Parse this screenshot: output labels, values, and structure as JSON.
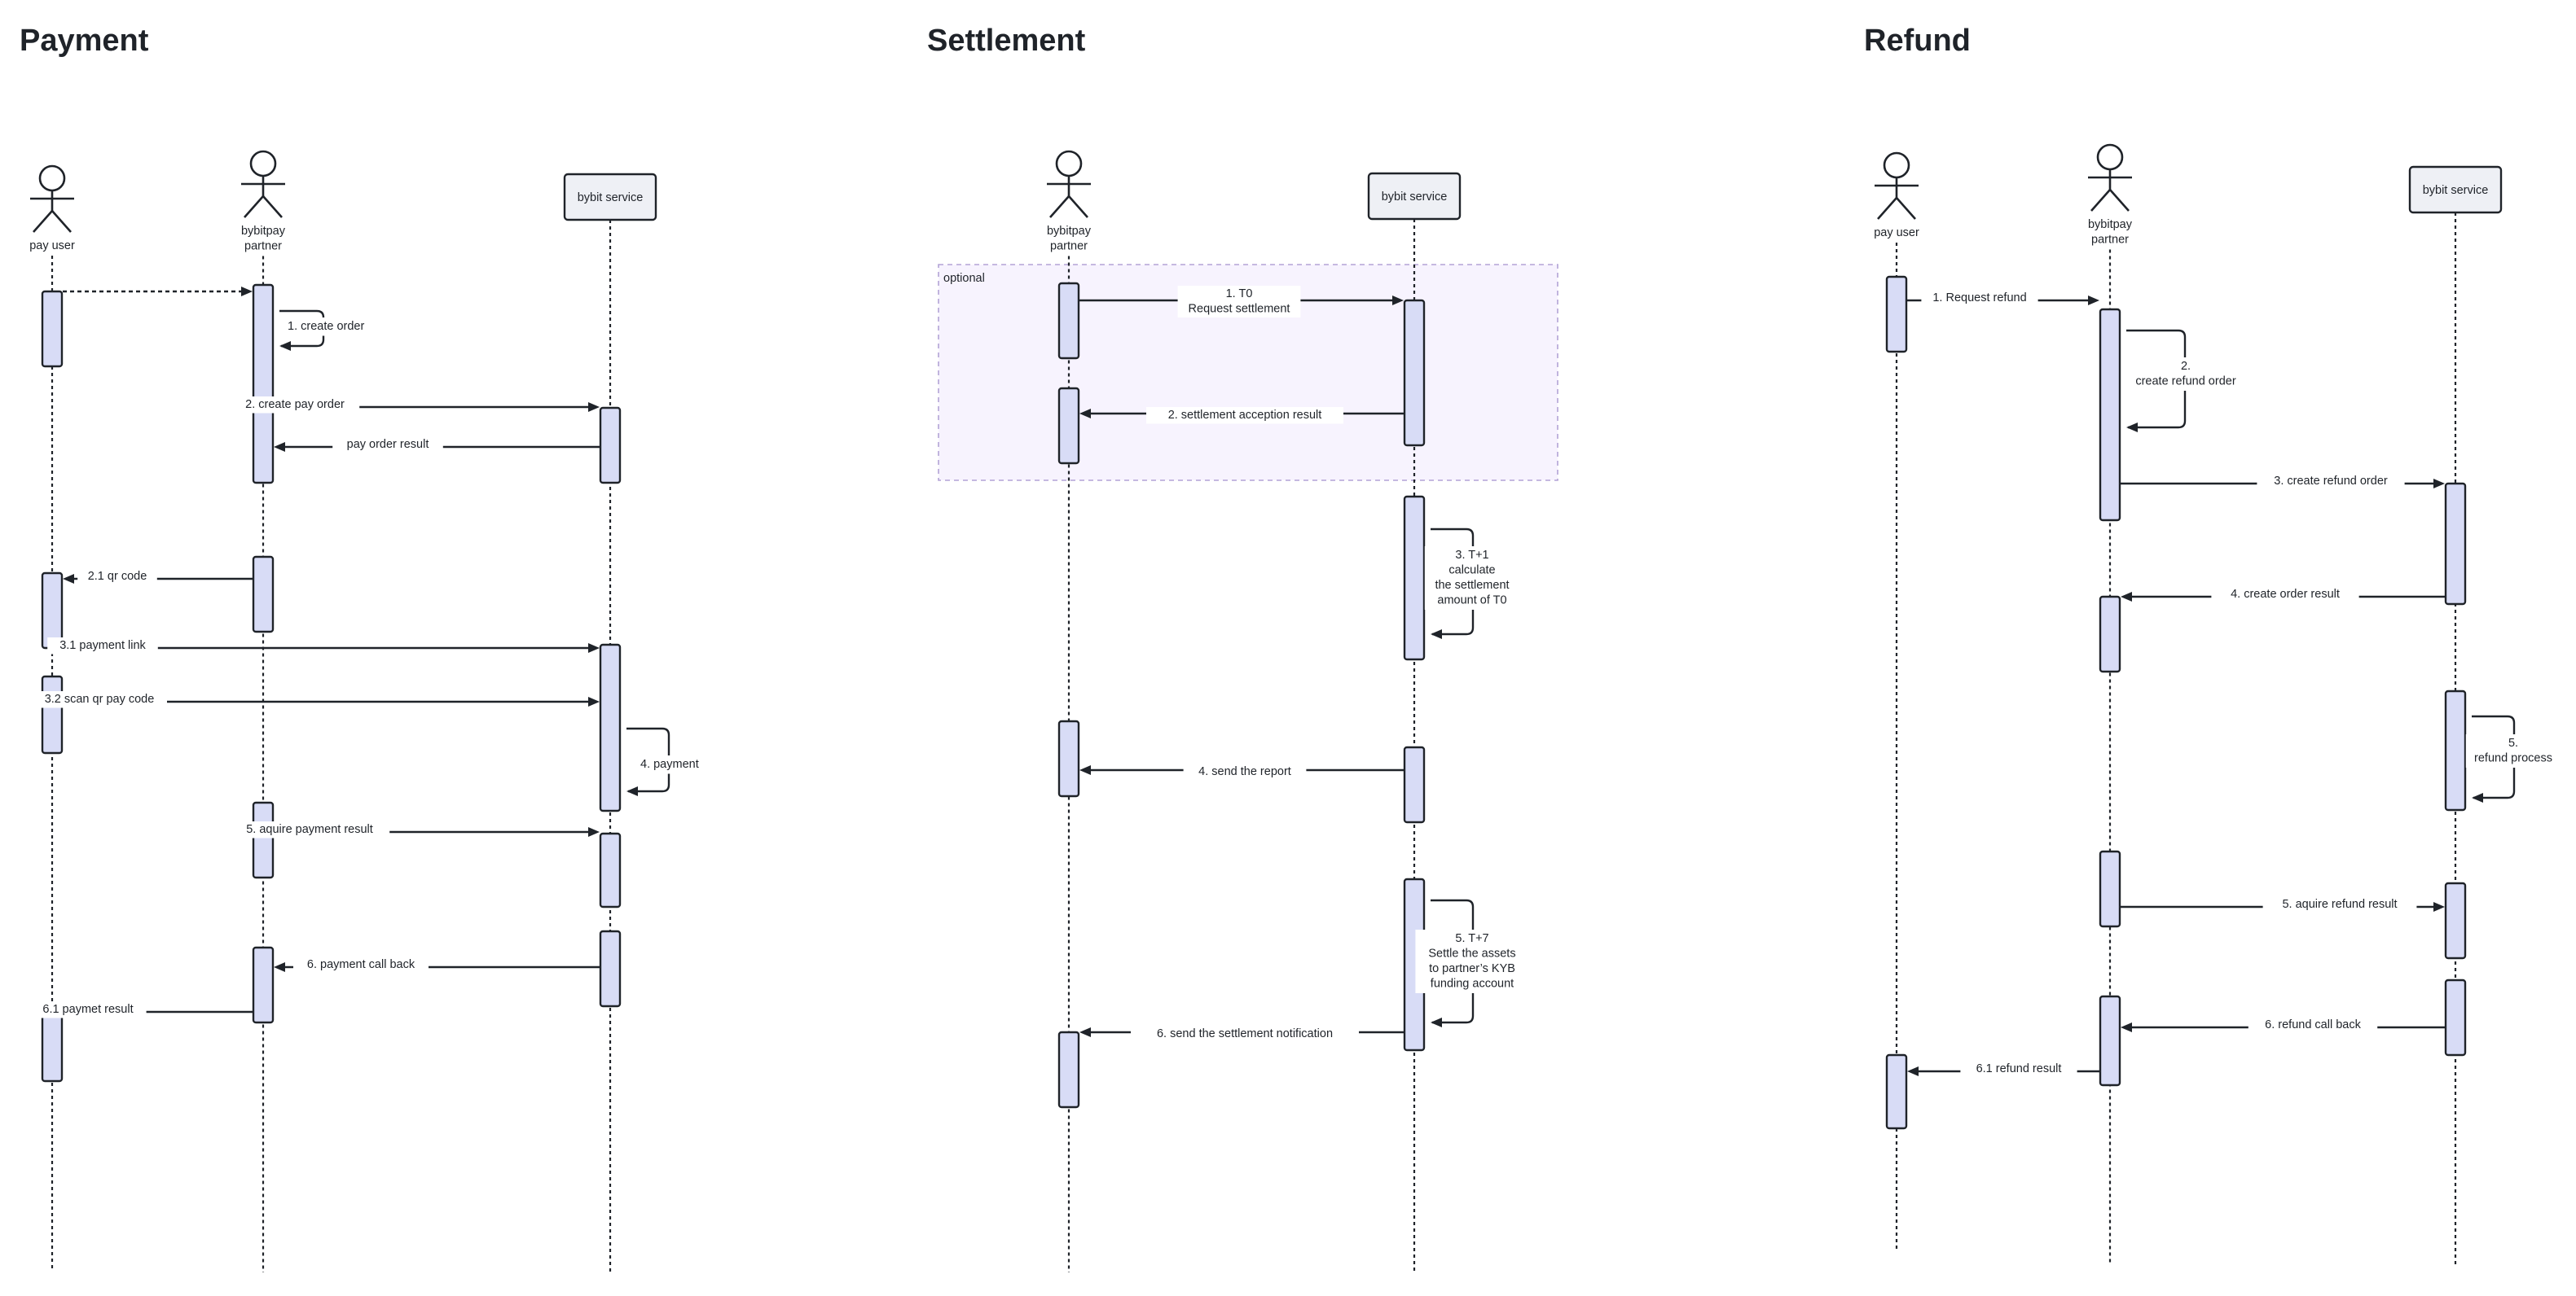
{
  "sections": {
    "payment": {
      "title": "Payment",
      "participants": [
        {
          "id": "p_user",
          "kind": "actor",
          "lines": [
            "pay user"
          ]
        },
        {
          "id": "p_partner",
          "kind": "actor",
          "lines": [
            "bybitpay",
            "partner"
          ]
        },
        {
          "id": "p_service",
          "kind": "box",
          "lines": [
            "bybit service"
          ]
        }
      ],
      "messages": [
        {
          "lines": [
            ""
          ],
          "from": "p_user",
          "to": "p_partner",
          "style": "dashed"
        },
        {
          "lines": [
            "1. create order"
          ],
          "from": "p_partner",
          "to": "p_partner",
          "style": "self"
        },
        {
          "lines": [
            "2. create pay order"
          ],
          "from": "p_partner",
          "to": "p_service",
          "style": "solid"
        },
        {
          "lines": [
            "pay order result"
          ],
          "from": "p_service",
          "to": "p_partner",
          "style": "solid"
        },
        {
          "lines": [
            "2.1 qr code"
          ],
          "from": "p_partner",
          "to": "p_user",
          "style": "solid"
        },
        {
          "lines": [
            "3.1 payment link"
          ],
          "from": "p_user",
          "to": "p_service",
          "style": "solid"
        },
        {
          "lines": [
            "3.2 scan qr pay code"
          ],
          "from": "p_user",
          "to": "p_service",
          "style": "solid"
        },
        {
          "lines": [
            "4. payment"
          ],
          "from": "p_service",
          "to": "p_service",
          "style": "self"
        },
        {
          "lines": [
            "5. aquire payment result"
          ],
          "from": "p_partner",
          "to": "p_service",
          "style": "solid"
        },
        {
          "lines": [
            "6. payment call back"
          ],
          "from": "p_service",
          "to": "p_partner",
          "style": "solid"
        },
        {
          "lines": [
            "6.1 paymet result"
          ],
          "from": "p_partner",
          "to": "p_user",
          "style": "solid"
        }
      ]
    },
    "settlement": {
      "title": "Settlement",
      "frame_label": "optional",
      "participants": [
        {
          "id": "s_partner",
          "kind": "actor",
          "lines": [
            "bybitpay",
            "partner"
          ]
        },
        {
          "id": "s_service",
          "kind": "box",
          "lines": [
            "bybit service"
          ]
        }
      ],
      "messages": [
        {
          "lines": [
            "1. T0",
            "Request settlement"
          ],
          "from": "s_partner",
          "to": "s_service",
          "style": "solid"
        },
        {
          "lines": [
            "2. settlement acception result"
          ],
          "from": "s_service",
          "to": "s_partner",
          "style": "solid"
        },
        {
          "lines": [
            "3. T+1",
            "calculate",
            "the settlement",
            "amount of T0"
          ],
          "from": "s_service",
          "to": "s_service",
          "style": "self"
        },
        {
          "lines": [
            "4. send the report"
          ],
          "from": "s_service",
          "to": "s_partner",
          "style": "solid"
        },
        {
          "lines": [
            "5. T+7",
            "Settle the assets",
            "to partner’s KYB",
            "funding account"
          ],
          "from": "s_service",
          "to": "s_service",
          "style": "self"
        },
        {
          "lines": [
            "6. send the settlement notification"
          ],
          "from": "s_service",
          "to": "s_partner",
          "style": "solid"
        }
      ]
    },
    "refund": {
      "title": "Refund",
      "participants": [
        {
          "id": "r_user",
          "kind": "actor",
          "lines": [
            "pay user"
          ]
        },
        {
          "id": "r_partner",
          "kind": "actor",
          "lines": [
            "bybitpay",
            "partner"
          ]
        },
        {
          "id": "r_service",
          "kind": "box",
          "lines": [
            "bybit service"
          ]
        }
      ],
      "messages": [
        {
          "lines": [
            "1. Request refund"
          ],
          "from": "r_user",
          "to": "r_partner",
          "style": "solid"
        },
        {
          "lines": [
            "2.",
            "create refund order"
          ],
          "from": "r_partner",
          "to": "r_partner",
          "style": "self"
        },
        {
          "lines": [
            "3. create refund order"
          ],
          "from": "r_partner",
          "to": "r_service",
          "style": "solid"
        },
        {
          "lines": [
            "4. create order result"
          ],
          "from": "r_service",
          "to": "r_partner",
          "style": "solid"
        },
        {
          "lines": [
            "5.",
            "refund process"
          ],
          "from": "r_service",
          "to": "r_service",
          "style": "self"
        },
        {
          "lines": [
            "5. aquire refund result"
          ],
          "from": "r_partner",
          "to": "r_service",
          "style": "solid"
        },
        {
          "lines": [
            "6. refund call back"
          ],
          "from": "r_service",
          "to": "r_partner",
          "style": "solid"
        },
        {
          "lines": [
            "6.1 refund result"
          ],
          "from": "r_partner",
          "to": "r_user",
          "style": "solid"
        }
      ]
    }
  },
  "colors": {
    "ink": "#1f2329",
    "activation_fill": "#d8dcf6",
    "participant_box_fill": "#eef0f5",
    "frame_fill": "#f7f3fe",
    "frame_border": "#b3a3d6"
  }
}
